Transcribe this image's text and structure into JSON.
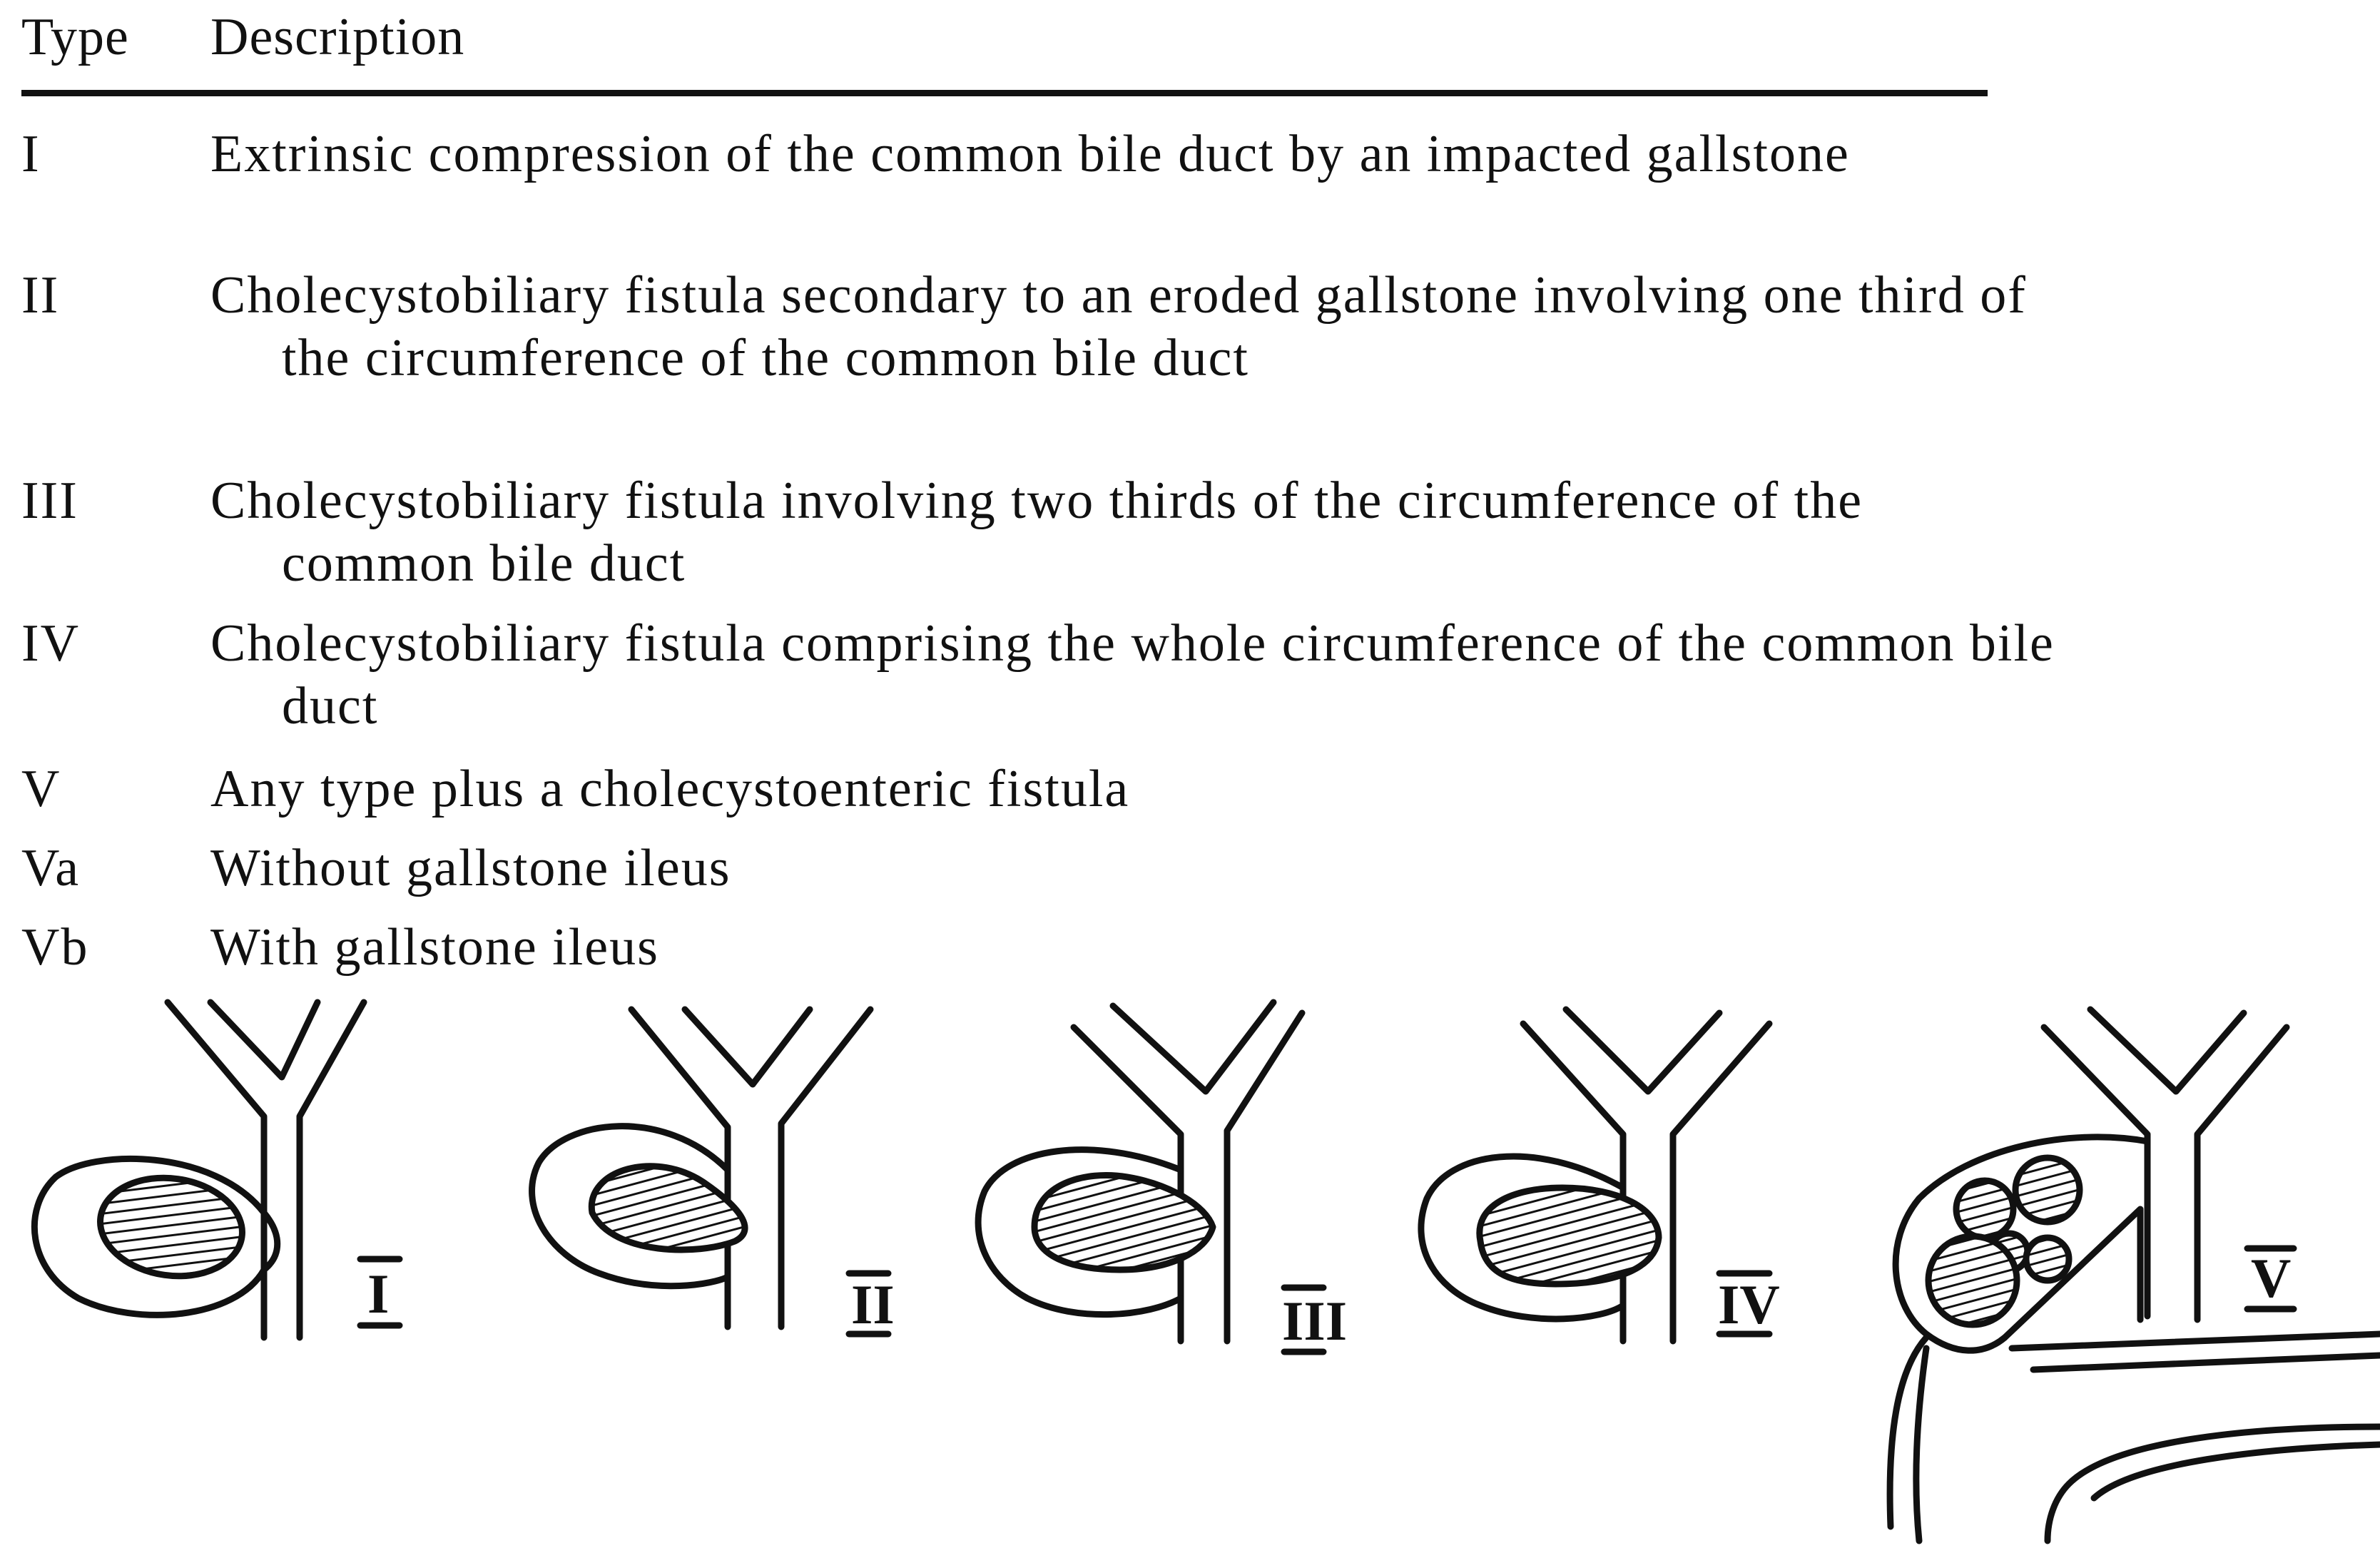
{
  "table": {
    "header": {
      "type": "Type",
      "description": "Description"
    },
    "rows": [
      {
        "type": "I",
        "description": "Extrinsic compression of the common bile duct by an impacted gallstone"
      },
      {
        "type": "II",
        "description": "Cholecystobiliary fistula secondary to an eroded gallstone involving one third of the circumference of the common bile duct"
      },
      {
        "type": "III",
        "description": "Cholecystobiliary fistula involving two thirds of the circumference of the common bile duct"
      },
      {
        "type": "IV",
        "description": "Cholecystobiliary fistula comprising the whole circumference of the common bile duct"
      },
      {
        "type": "V",
        "description": "Any type plus a cholecystoenteric fistula"
      },
      {
        "type": "Va",
        "description": "Without gallstone ileus"
      },
      {
        "type": "Vb",
        "description": "With gallstone ileus"
      }
    ]
  },
  "figures": [
    {
      "label": "I"
    },
    {
      "label": "II"
    },
    {
      "label": "III"
    },
    {
      "label": "IV"
    },
    {
      "label": "V"
    }
  ]
}
